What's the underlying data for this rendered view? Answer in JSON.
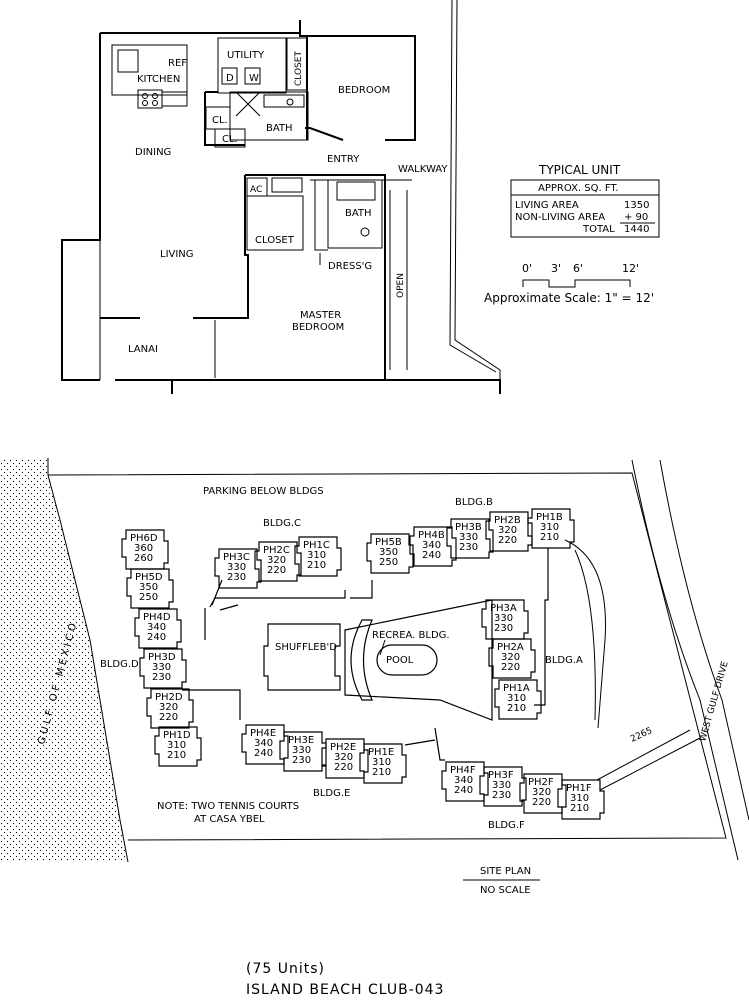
{
  "floor_plan": {
    "rooms": {
      "ref": "REF.",
      "kitchen": "KITCHEN",
      "utility": "UTILITY",
      "dryer": "D",
      "washer": "W",
      "closet_vertical": "CLOSET",
      "bedroom": "BEDROOM",
      "cl1": "CL.",
      "cl2": "CL.",
      "bath1": "BATH",
      "dining": "DINING",
      "entry": "ENTRY",
      "walkway": "WALKWAY",
      "ac": "AC",
      "bath2": "BATH",
      "closet2": "CLOSET",
      "dressing": "DRESS'G",
      "living": "LIVING",
      "open": "OPEN",
      "master_bedroom_1": "MASTER",
      "master_bedroom_2": "BEDROOM",
      "lanai": "LANAI"
    }
  },
  "typical_unit": {
    "title": "TYPICAL UNIT",
    "header": "APPROX. SQ. FT.",
    "rows": [
      {
        "label": "LIVING AREA",
        "value": "1350"
      },
      {
        "label": "NON-LIVING AREA",
        "value": "+ 90"
      },
      {
        "label": "TOTAL",
        "value": "1440"
      }
    ]
  },
  "scale": {
    "ticks": [
      "0'",
      "3'",
      "6'",
      "12'"
    ],
    "caption": "Approximate Scale: 1\" = 12'"
  },
  "site_plan": {
    "parking": "PARKING BELOW BLDGS",
    "gulf": "GULF OF MEXICO",
    "road": "WEST GULF DRIVE",
    "road_number": "2265",
    "shuffleboard": "SHUFFLEB'D",
    "recreation": "RECREA. BLDG.",
    "pool": "POOL",
    "note_line1": "NOTE: TWO TENNIS COURTS",
    "note_line2": "AT CASA YBEL",
    "title": "SITE PLAN",
    "subtitle": "NO SCALE",
    "buildings": [
      {
        "name": "BLDG.A",
        "units": [
          [
            "PH3A",
            "330",
            "230"
          ],
          [
            "PH2A",
            "320",
            "220"
          ],
          [
            "PH1A",
            "310",
            "210"
          ]
        ]
      },
      {
        "name": "BLDG.B",
        "units": [
          [
            "PH5B",
            "350",
            "250"
          ],
          [
            "PH4B",
            "340",
            "240"
          ],
          [
            "PH3B",
            "330",
            "230"
          ],
          [
            "PH2B",
            "320",
            "220"
          ],
          [
            "PH1B",
            "310",
            "210"
          ]
        ]
      },
      {
        "name": "BLDG.C",
        "units": [
          [
            "PH3C",
            "330",
            "230"
          ],
          [
            "PH2C",
            "320",
            "220"
          ],
          [
            "PH1C",
            "310",
            "210"
          ]
        ]
      },
      {
        "name": "BLDG.D",
        "units": [
          [
            "PH6D",
            "360",
            "260"
          ],
          [
            "PH5D",
            "350",
            "250"
          ],
          [
            "PH4D",
            "340",
            "240"
          ],
          [
            "PH3D",
            "330",
            "230"
          ],
          [
            "PH2D",
            "320",
            "220"
          ],
          [
            "PH1D",
            "310",
            "210"
          ]
        ]
      },
      {
        "name": "BLDG.E",
        "units": [
          [
            "PH4E",
            "340",
            "240"
          ],
          [
            "PH3E",
            "330",
            "230"
          ],
          [
            "PH2E",
            "320",
            "220"
          ],
          [
            "PH1E",
            "310",
            "210"
          ]
        ]
      },
      {
        "name": "BLDG.F",
        "units": [
          [
            "PH4F",
            "340",
            "240"
          ],
          [
            "PH3F",
            "330",
            "230"
          ],
          [
            "PH2F",
            "320",
            "220"
          ],
          [
            "PH1F",
            "310",
            "210"
          ]
        ]
      }
    ]
  },
  "footer": {
    "units": "(75 Units)",
    "title": "ISLAND BEACH CLUB-043"
  }
}
